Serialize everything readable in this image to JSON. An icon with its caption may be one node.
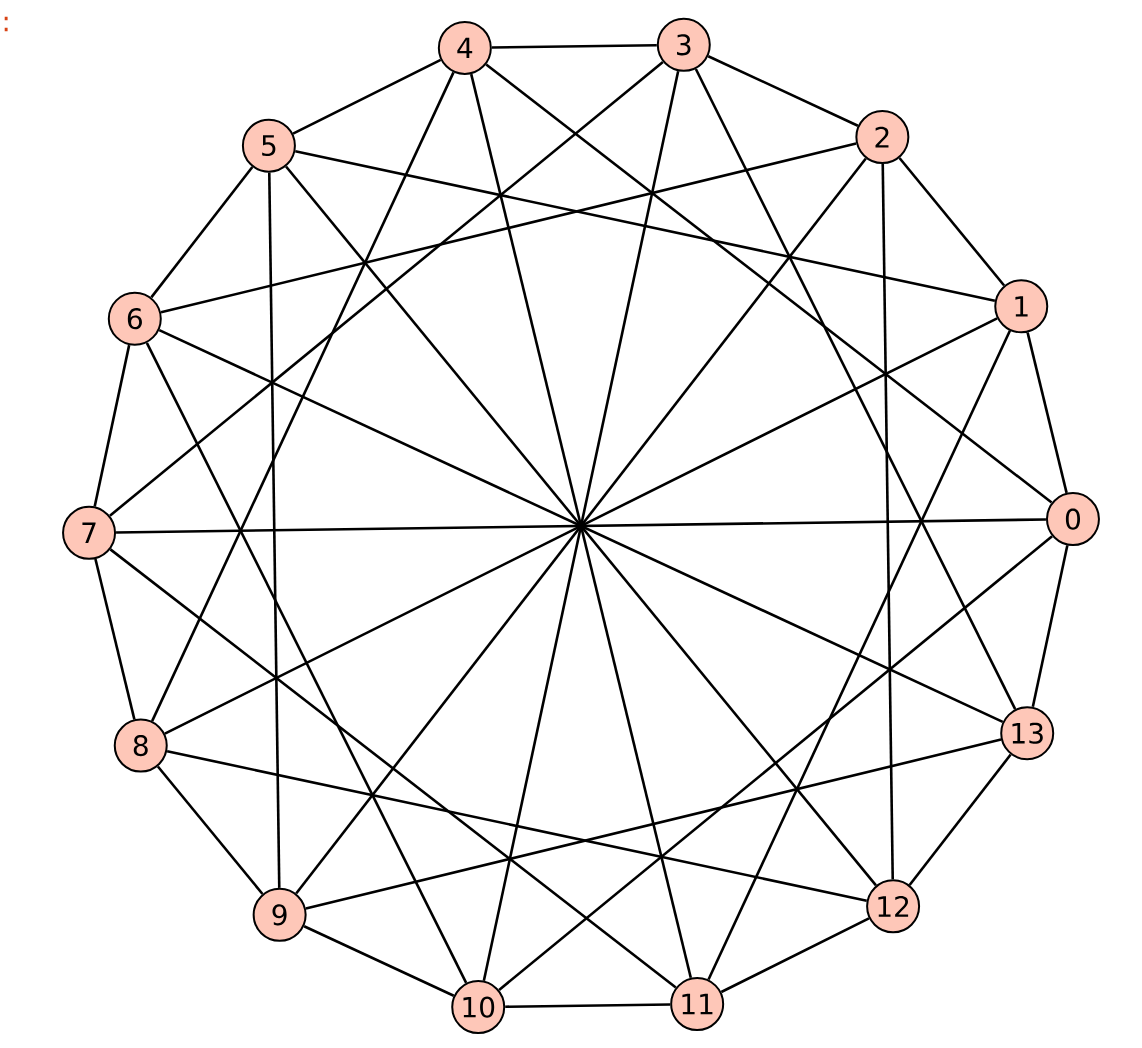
{
  "diagram": {
    "nodes": [
      {
        "text": [
          "0"
        ]
      },
      {
        "text": [
          "1"
        ]
      },
      {
        "text": [
          "2"
        ]
      },
      {
        "text": [
          "3"
        ]
      },
      {
        "text": [
          "4"
        ]
      },
      {
        "text": [
          "5"
        ]
      },
      {
        "text": [
          "6"
        ]
      },
      {
        "text": [
          "7"
        ]
      },
      {
        "text": [
          "8"
        ]
      },
      {
        "text": [
          "9"
        ]
      },
      {
        "text": [
          "10"
        ]
      },
      {
        "text": [
          "11"
        ]
      },
      {
        "text": [
          "12"
        ]
      },
      {
        "text": [
          "13"
        ]
      }
    ],
    "edges": [
      {
        "from": 0,
        "to": 1,
        "arrow": "none"
      },
      {
        "from": 0,
        "to": 4,
        "arrow": "none"
      },
      {
        "from": 0,
        "to": 7,
        "arrow": "none"
      },
      {
        "from": 0,
        "to": 10,
        "arrow": "none"
      },
      {
        "from": 0,
        "to": 13,
        "arrow": "none"
      },
      {
        "from": 1,
        "to": 2,
        "arrow": "none"
      },
      {
        "from": 1,
        "to": 5,
        "arrow": "none"
      },
      {
        "from": 1,
        "to": 8,
        "arrow": "none"
      },
      {
        "from": 1,
        "to": 11,
        "arrow": "none"
      },
      {
        "from": 2,
        "to": 3,
        "arrow": "none"
      },
      {
        "from": 2,
        "to": 6,
        "arrow": "none"
      },
      {
        "from": 2,
        "to": 9,
        "arrow": "none"
      },
      {
        "from": 2,
        "to": 12,
        "arrow": "none"
      },
      {
        "from": 3,
        "to": 4,
        "arrow": "none"
      },
      {
        "from": 3,
        "to": 7,
        "arrow": "none"
      },
      {
        "from": 3,
        "to": 10,
        "arrow": "none"
      },
      {
        "from": 3,
        "to": 13,
        "arrow": "none"
      },
      {
        "from": 4,
        "to": 5,
        "arrow": "none"
      },
      {
        "from": 4,
        "to": 8,
        "arrow": "none"
      },
      {
        "from": 4,
        "to": 11,
        "arrow": "none"
      },
      {
        "from": 5,
        "to": 6,
        "arrow": "none"
      },
      {
        "from": 5,
        "to": 9,
        "arrow": "none"
      },
      {
        "from": 5,
        "to": 12,
        "arrow": "none"
      },
      {
        "from": 6,
        "to": 7,
        "arrow": "none"
      },
      {
        "from": 6,
        "to": 10,
        "arrow": "none"
      },
      {
        "from": 6,
        "to": 13,
        "arrow": "none"
      },
      {
        "from": 7,
        "to": 8,
        "arrow": "none"
      },
      {
        "from": 7,
        "to": 11,
        "arrow": "none"
      },
      {
        "from": 8,
        "to": 9,
        "arrow": "none"
      },
      {
        "from": 8,
        "to": 12,
        "arrow": "none"
      },
      {
        "from": 9,
        "to": 10,
        "arrow": "none"
      },
      {
        "from": 9,
        "to": 13,
        "arrow": "none"
      },
      {
        "from": 10,
        "to": 11,
        "arrow": "none"
      },
      {
        "from": 11,
        "to": 12,
        "arrow": "none"
      },
      {
        "from": 12,
        "to": 13,
        "arrow": "none"
      }
    ],
    "labels": [
      ":"
    ]
  }
}
